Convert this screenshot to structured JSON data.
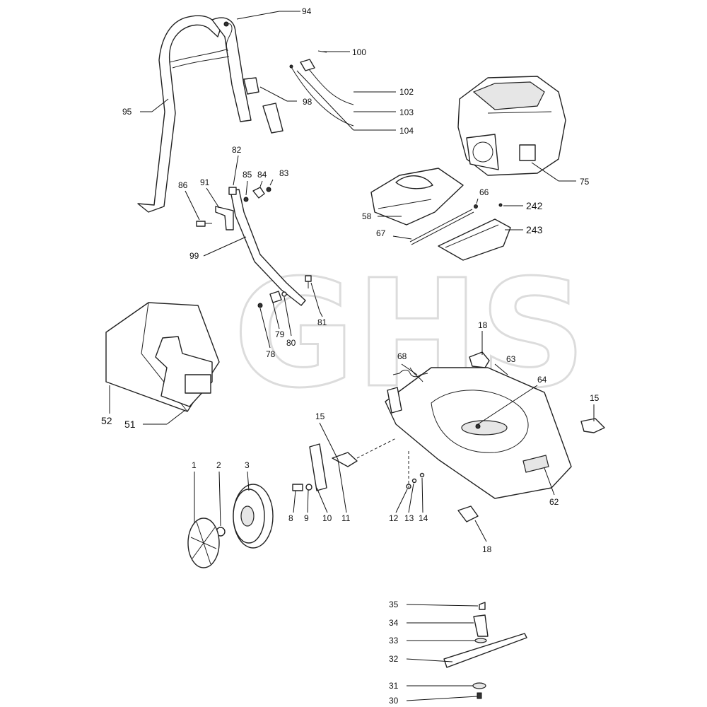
{
  "watermark": "GHS",
  "labels": {
    "l94": "94",
    "l100": "100",
    "l95": "95",
    "l98": "98",
    "l102": "102",
    "l103": "103",
    "l104": "104",
    "l75": "75",
    "l82": "82",
    "l85": "85",
    "l84": "84",
    "l83": "83",
    "l86": "86",
    "l91": "91",
    "l99": "99",
    "l58": "58",
    "l66": "66",
    "l242": "242",
    "l67": "67",
    "l243": "243",
    "l81": "81",
    "l79": "79",
    "l78": "78",
    "l80": "80",
    "l18a": "18",
    "l68": "68",
    "l63": "63",
    "l64": "64",
    "l15a": "15",
    "l52": "52",
    "l51": "51",
    "l15b": "15",
    "l1": "1",
    "l2": "2",
    "l3": "3",
    "l8": "8",
    "l9": "9",
    "l10": "10",
    "l11": "11",
    "l12": "12",
    "l13": "13",
    "l14": "14",
    "l62": "62",
    "l18b": "18",
    "l35": "35",
    "l34": "34",
    "l33": "33",
    "l32": "32",
    "l31": "31",
    "l30": "30"
  }
}
